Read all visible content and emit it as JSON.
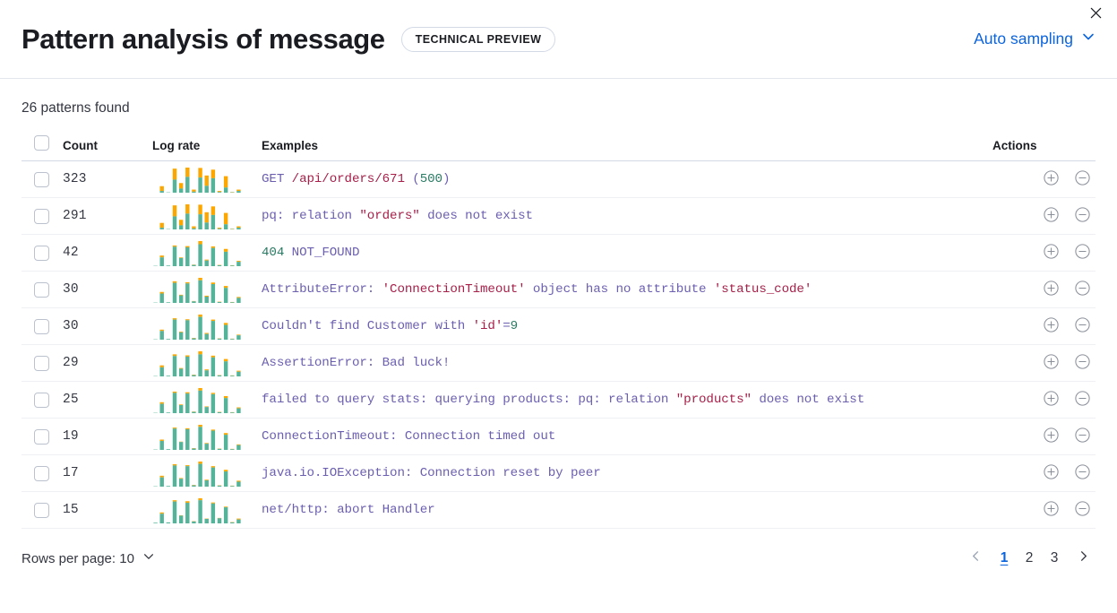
{
  "header": {
    "title": "Pattern analysis of message",
    "badge": "TECHNICAL PREVIEW",
    "sampling_label": "Auto sampling",
    "sampling_icon": "chevron-down-icon",
    "close_icon": "close-icon"
  },
  "summary": {
    "patterns_found": "26 patterns found"
  },
  "table": {
    "columns": {
      "select": "",
      "count": "Count",
      "log_rate": "Log rate",
      "examples": "Examples",
      "actions": "Actions"
    },
    "row_actions": {
      "filter_for_icon": "plus-in-circle-icon",
      "filter_out_icon": "minus-in-circle-icon"
    },
    "rows": [
      {
        "count": "323",
        "example_text": "GET /api/orders/671 (500)",
        "tokens": [
          {
            "t": "GET ",
            "k": "plain"
          },
          {
            "t": "/api/orders/671",
            "k": "str"
          },
          {
            "t": " (",
            "k": "plain"
          },
          {
            "t": "500",
            "k": "num"
          },
          {
            "t": ")",
            "k": "plain"
          }
        ],
        "sparkline": {
          "teal": [
            0,
            5,
            1,
            38,
            12,
            46,
            3,
            44,
            20,
            42,
            2,
            15,
            1,
            5
          ],
          "orange": [
            0,
            14,
            0,
            32,
            16,
            27,
            6,
            28,
            30,
            25,
            3,
            33,
            1,
            4
          ]
        }
      },
      {
        "count": "291",
        "example_text": "pq: relation \"orders\" does not exist",
        "tokens": [
          {
            "t": "pq: relation ",
            "k": "plain"
          },
          {
            "t": "\"orders\"",
            "k": "str"
          },
          {
            "t": " does not exist",
            "k": "plain"
          }
        ],
        "sparkline": {
          "teal": [
            0,
            5,
            1,
            38,
            12,
            46,
            3,
            44,
            20,
            42,
            2,
            15,
            1,
            5
          ],
          "orange": [
            0,
            14,
            0,
            32,
            16,
            27,
            6,
            28,
            30,
            25,
            3,
            33,
            1,
            4
          ]
        }
      },
      {
        "count": "42",
        "example_text": "404 NOT_FOUND",
        "tokens": [
          {
            "t": "404",
            "k": "num"
          },
          {
            "t": " NOT_FOUND",
            "k": "plain"
          }
        ],
        "sparkline": {
          "teal": [
            1,
            28,
            2,
            62,
            26,
            60,
            4,
            70,
            18,
            58,
            3,
            46,
            2,
            14
          ],
          "orange": [
            0,
            6,
            0,
            4,
            2,
            4,
            1,
            10,
            3,
            5,
            1,
            9,
            1,
            3
          ]
        }
      },
      {
        "count": "30",
        "example_text": "AttributeError: 'ConnectionTimeout' object has no attribute 'status_code'",
        "tokens": [
          {
            "t": "AttributeError: ",
            "k": "plain"
          },
          {
            "t": "'ConnectionTimeout'",
            "k": "str"
          },
          {
            "t": " object has no attribute ",
            "k": "plain"
          },
          {
            "t": "'status_code'",
            "k": "str"
          }
        ],
        "sparkline": {
          "teal": [
            1,
            30,
            2,
            64,
            24,
            62,
            5,
            72,
            20,
            60,
            3,
            48,
            2,
            16
          ],
          "orange": [
            0,
            5,
            0,
            5,
            2,
            4,
            1,
            8,
            3,
            5,
            1,
            6,
            1,
            3
          ]
        }
      },
      {
        "count": "30",
        "example_text": "Couldn't find Customer with 'id'=9",
        "tokens": [
          {
            "t": "Couldn't find Customer with ",
            "k": "plain"
          },
          {
            "t": "'id'",
            "k": "str"
          },
          {
            "t": "=",
            "k": "plain"
          },
          {
            "t": "9",
            "k": "num"
          }
        ],
        "sparkline": {
          "teal": [
            1,
            26,
            2,
            60,
            22,
            58,
            4,
            68,
            17,
            56,
            3,
            44,
            2,
            13
          ],
          "orange": [
            0,
            4,
            0,
            4,
            2,
            3,
            1,
            7,
            3,
            4,
            1,
            6,
            1,
            2
          ]
        }
      },
      {
        "count": "29",
        "example_text": "AssertionError: Bad luck!",
        "tokens": [
          {
            "t": "AssertionError: Bad luck!",
            "k": "plain"
          }
        ],
        "sparkline": {
          "teal": [
            1,
            27,
            2,
            61,
            23,
            59,
            4,
            66,
            18,
            57,
            3,
            45,
            2,
            14
          ],
          "orange": [
            0,
            6,
            0,
            5,
            2,
            4,
            1,
            9,
            3,
            5,
            1,
            7,
            1,
            3
          ]
        }
      },
      {
        "count": "25",
        "example_text": "failed to query stats: querying products: pq: relation \"products\" does not exist",
        "tokens": [
          {
            "t": "failed to query stats: querying products: pq: relation ",
            "k": "plain"
          },
          {
            "t": "\"products\"",
            "k": "str"
          },
          {
            "t": " does not exist",
            "k": "plain"
          }
        ],
        "sparkline": {
          "teal": [
            1,
            29,
            2,
            63,
            25,
            61,
            4,
            70,
            19,
            59,
            3,
            47,
            2,
            15
          ],
          "orange": [
            0,
            5,
            0,
            4,
            2,
            4,
            1,
            8,
            2,
            4,
            1,
            6,
            1,
            3
          ]
        }
      },
      {
        "count": "19",
        "example_text": "ConnectionTimeout: Connection timed out",
        "tokens": [
          {
            "t": "ConnectionTimeout: Connection timed out",
            "k": "plain"
          }
        ],
        "sparkline": {
          "teal": [
            1,
            26,
            2,
            62,
            23,
            60,
            4,
            67,
            18,
            56,
            3,
            44,
            2,
            14
          ],
          "orange": [
            0,
            4,
            0,
            3,
            1,
            3,
            1,
            6,
            2,
            3,
            1,
            5,
            1,
            2
          ]
        }
      },
      {
        "count": "17",
        "example_text": "java.io.IOException: Connection reset by peer",
        "tokens": [
          {
            "t": "java.io.IOException: Connection reset by peer",
            "k": "plain"
          }
        ],
        "sparkline": {
          "teal": [
            1,
            28,
            2,
            64,
            24,
            62,
            4,
            69,
            19,
            58,
            3,
            46,
            2,
            15
          ],
          "orange": [
            0,
            5,
            0,
            4,
            2,
            3,
            1,
            7,
            2,
            4,
            1,
            5,
            1,
            3
          ]
        }
      },
      {
        "count": "15",
        "example_text": "net/http: abort Handler",
        "tokens": [
          {
            "t": "net/http: abort Handler",
            "k": "plain"
          }
        ],
        "sparkline": {
          "teal": [
            2,
            30,
            3,
            68,
            24,
            64,
            6,
            72,
            14,
            62,
            16,
            50,
            3,
            12
          ],
          "orange": [
            0,
            4,
            0,
            4,
            1,
            5,
            1,
            6,
            1,
            3,
            1,
            2,
            1,
            3
          ]
        }
      }
    ]
  },
  "footer": {
    "rows_per_page": "Rows per page: 10",
    "rows_per_page_icon": "chevron-down-icon",
    "prev_icon": "chevron-left-icon",
    "next_icon": "chevron-right-icon",
    "pages": [
      "1",
      "2",
      "3"
    ],
    "active_page": "1"
  },
  "colors": {
    "accent_blue": "#0b64dd",
    "spark_teal": "#54b399",
    "spark_orange": "#fca700",
    "token_plain": "#6b5fb0",
    "token_string": "#a6204a",
    "token_number": "#2a7b63"
  }
}
